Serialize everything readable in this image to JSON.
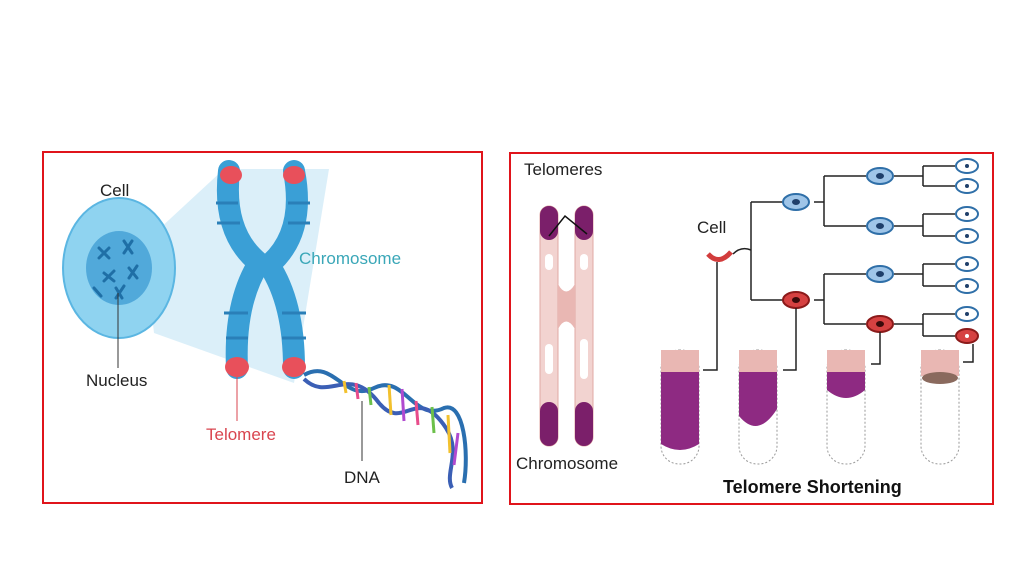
{
  "left_panel": {
    "labels": {
      "cell": "Cell",
      "nucleus": "Nucleus",
      "chromosome": "Chromosome",
      "telomere": "Telomere",
      "dna": "DNA"
    }
  },
  "right_panel": {
    "labels": {
      "telomeres": "Telomeres",
      "cell": "Cell",
      "chromosome": "Chromosome",
      "caption": "Telomere Shortening"
    }
  },
  "colors": {
    "frame": "#e0141b",
    "chromosome_blue": "#3a9fd6",
    "telomere_red": "#e8505b",
    "label_teal": "#3aa7b8",
    "label_red": "#d9454f",
    "purple": "#7b1f6a",
    "pink": "#e9b7b3",
    "cell_red": "#c62828",
    "cell_blue": "#2f6fa8"
  }
}
